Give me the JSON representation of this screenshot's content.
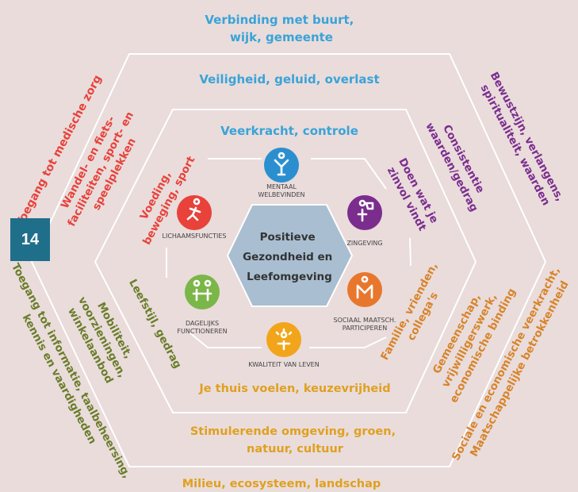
{
  "page_badge": "14",
  "center": {
    "lines": [
      "Positieve",
      "Gezondheid en",
      "Leefomgeving"
    ]
  },
  "dimensions": [
    {
      "label": "MENTAAL WELBEVINDEN",
      "lines": [
        "MENTAAL",
        "WELBEVINDEN"
      ],
      "color": "#2b8fcf",
      "icon": "person-arms-up-icon"
    },
    {
      "label": "ZINGEVING",
      "lines": [
        "ZINGEVING"
      ],
      "color": "#7b2d8e",
      "icon": "person-bubble-icon"
    },
    {
      "label": "SOCIAAL MAATSCH. PARTICIPEREN",
      "lines": [
        "SOCIAAL MAATSCH.",
        "PARTICIPEREN"
      ],
      "color": "#e8772e",
      "icon": "people-group-icon"
    },
    {
      "label": "KWALITEIT VAN LEVEN",
      "lines": [
        "KWALITEIT VAN LEVEN"
      ],
      "color": "#f2a51a",
      "icon": "person-sun-icon"
    },
    {
      "label": "DAGELIJKS FUNCTIONEREN",
      "lines": [
        "DAGELIJKS",
        "FUNCTIONEREN"
      ],
      "color": "#7ab648",
      "icon": "people-table-icon"
    },
    {
      "label": "LICHAAMSFUNCTIES",
      "lines": [
        "LICHAAMSFUNCTIES"
      ],
      "color": "#e8423b",
      "icon": "running-person-icon"
    }
  ],
  "labels": {
    "outer_top": [
      "Verbinding met buurt,",
      "wijk, gemeente"
    ],
    "middle_top": "Veiligheid, geluid, overlast",
    "inner_top": "Veerkracht, controle",
    "outer_bottom": "Milieu, ecosysteem, landschap",
    "middle_bottom": [
      "Stimulerende omgeving, groen,",
      "natuur, cultuur"
    ],
    "inner_bottom": "Je thuis voelen, keuzevrijheid",
    "outer_upper_left": "Toegang tot medische zorg",
    "middle_upper_left": [
      "Wandel- en fiets-",
      "faciliteiten, sport- en",
      "speelplekken"
    ],
    "inner_upper_left": [
      "Voeding,",
      "beweging, sport"
    ],
    "outer_lower_left": [
      "Toegang tot informatie, taalbeheersing,",
      "kennis en vaardigheden"
    ],
    "middle_lower_left": [
      "Mobiliteit,",
      "voorzieningen,",
      "winkelaanbod"
    ],
    "inner_lower_left": [
      "Leefstijl, gedrag"
    ],
    "outer_upper_right": [
      "Bewustzijn, verlangens,",
      "spiritualiteit, waarden"
    ],
    "middle_upper_right": [
      "Consistentie",
      "waarden/gedrag"
    ],
    "inner_upper_right": [
      "Doen wat je",
      "zinvol vindt"
    ],
    "outer_lower_right": [
      "Sociale en economische veerkracht,",
      "Maatschappelijke betrokkenheid"
    ],
    "middle_lower_right": [
      "Gemeenschap,",
      "vrijwilligerswerk,",
      "economische binding"
    ],
    "inner_lower_right": [
      "Familie, vrienden,",
      "collega's"
    ]
  },
  "colors": {
    "blue": "#3aa3d8",
    "red": "#e8423b",
    "purple": "#7b2d8e",
    "orange": "#d8842a",
    "gold": "#e0a020",
    "green": "#6a7d2a",
    "background": "#e9dcdb",
    "hexagon_fill": "#a9bed0"
  }
}
